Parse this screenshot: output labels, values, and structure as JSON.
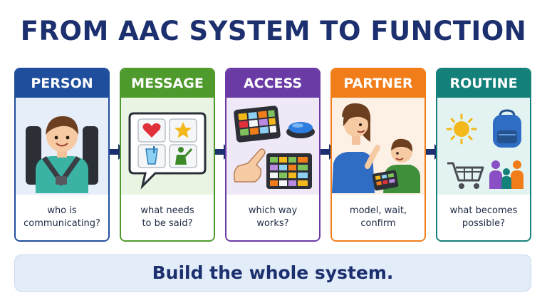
{
  "title": "FROM AAC SYSTEM TO FUNCTION",
  "cards": [
    {
      "heading": "PERSON",
      "caption": "who is\ncommunicating?",
      "color": "#1f4e9c",
      "tint": "#e6eef9"
    },
    {
      "heading": "MESSAGE",
      "caption": "what needs\nto be said?",
      "color": "#4f9a2c",
      "tint": "#eaf4e2"
    },
    {
      "heading": "ACCESS",
      "caption": "which way\nworks?",
      "color": "#6a3aa5",
      "tint": "#efe8f7"
    },
    {
      "heading": "PARTNER",
      "caption": "model, wait,\nconfirm",
      "color": "#f07d1a",
      "tint": "#fdf0e4"
    },
    {
      "heading": "ROUTINE",
      "caption": "what becomes\npossible?",
      "color": "#13807a",
      "tint": "#e2f3f1"
    }
  ],
  "arrow_color": "#1c2f6e",
  "icons": [
    "child-in-seat-icon",
    "heart-icon",
    "star-icon",
    "cup-icon",
    "person-pointing-icon",
    "tablet-icon",
    "switch-button-icon",
    "finger-pointing-icon",
    "grid-keyboard-icon",
    "adult-icon",
    "child-with-tablet-icon",
    "sun-icon",
    "backpack-icon",
    "shopping-cart-icon",
    "family-icon"
  ],
  "banner": "Build the whole system."
}
